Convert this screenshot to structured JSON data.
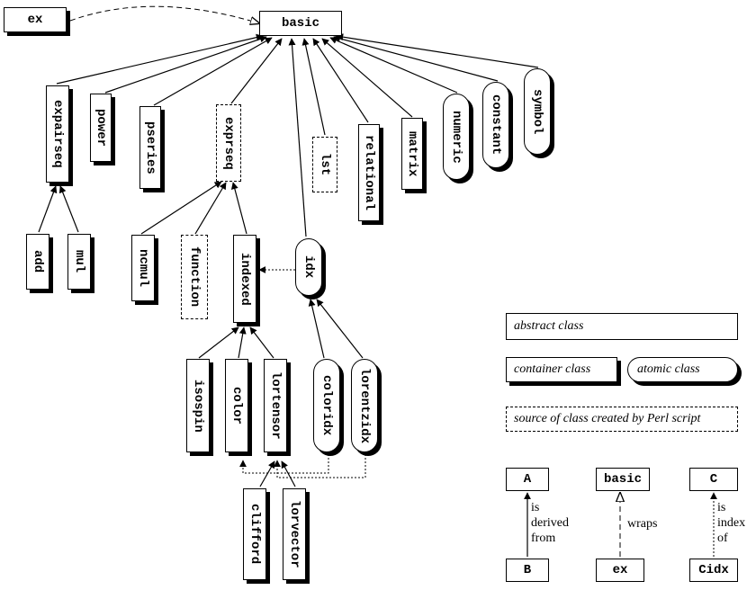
{
  "classes": {
    "ex": "ex",
    "basic": "basic",
    "expairseq": "expairseq",
    "power": "power",
    "pseries": "pseries",
    "exprseq": "exprseq",
    "lst": "lst",
    "relational": "relational",
    "matrix": "matrix",
    "numeric": "numeric",
    "constant": "constant",
    "symbol": "symbol",
    "add": "add",
    "mul": "mul",
    "ncmul": "ncmul",
    "function": "function",
    "indexed": "indexed",
    "idx": "idx",
    "isospin": "isospin",
    "color": "color",
    "lortensor": "lortensor",
    "coloridx": "coloridx",
    "lorentzidx": "lorentzidx",
    "clifford": "clifford",
    "lorvector": "lorvector"
  },
  "legend": {
    "abstract_class": "abstract class",
    "container_class": "container class",
    "atomic_class": "atomic class",
    "perl_class": "source of class created by Perl script",
    "derived": {
      "parent": "A",
      "child": "B",
      "text": [
        "is",
        "derived",
        "from"
      ]
    },
    "wraps": {
      "parent": "basic",
      "child": "ex",
      "text": [
        "wraps"
      ]
    },
    "index": {
      "parent": "C",
      "child": "Cidx",
      "text": [
        "is",
        "index",
        "of"
      ]
    }
  }
}
